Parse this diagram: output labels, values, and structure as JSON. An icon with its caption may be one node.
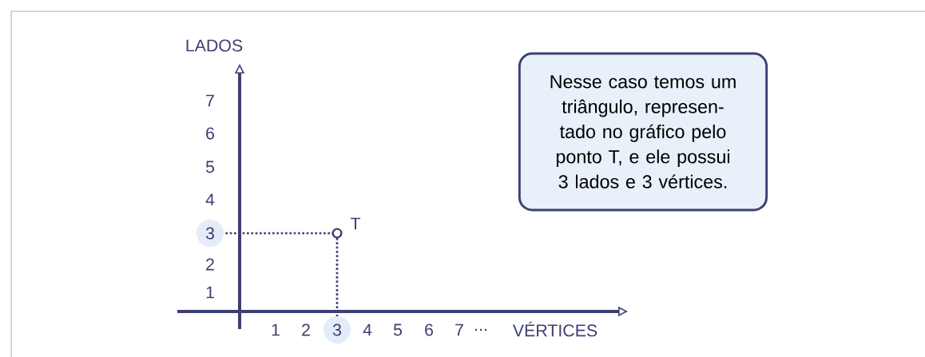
{
  "diagram": {
    "nodes": [
      {
        "text": [
          "Nesse caso temos um triângulo, represen- tado no gráfico pelo ponto T, e ele possui 3 lados e 3 vértices."
        ]
      },
      {
        "text": [],
        "shape": "circle",
        "beside": [
          "T"
        ]
      }
    ],
    "labels": [
      "LADOS",
      "7",
      "6",
      "5",
      "4",
      "3",
      "2",
      "1",
      "1",
      "2",
      "3",
      "4",
      "5",
      "6",
      "7",
      "...",
      "VÉRTICES"
    ]
  }
}
